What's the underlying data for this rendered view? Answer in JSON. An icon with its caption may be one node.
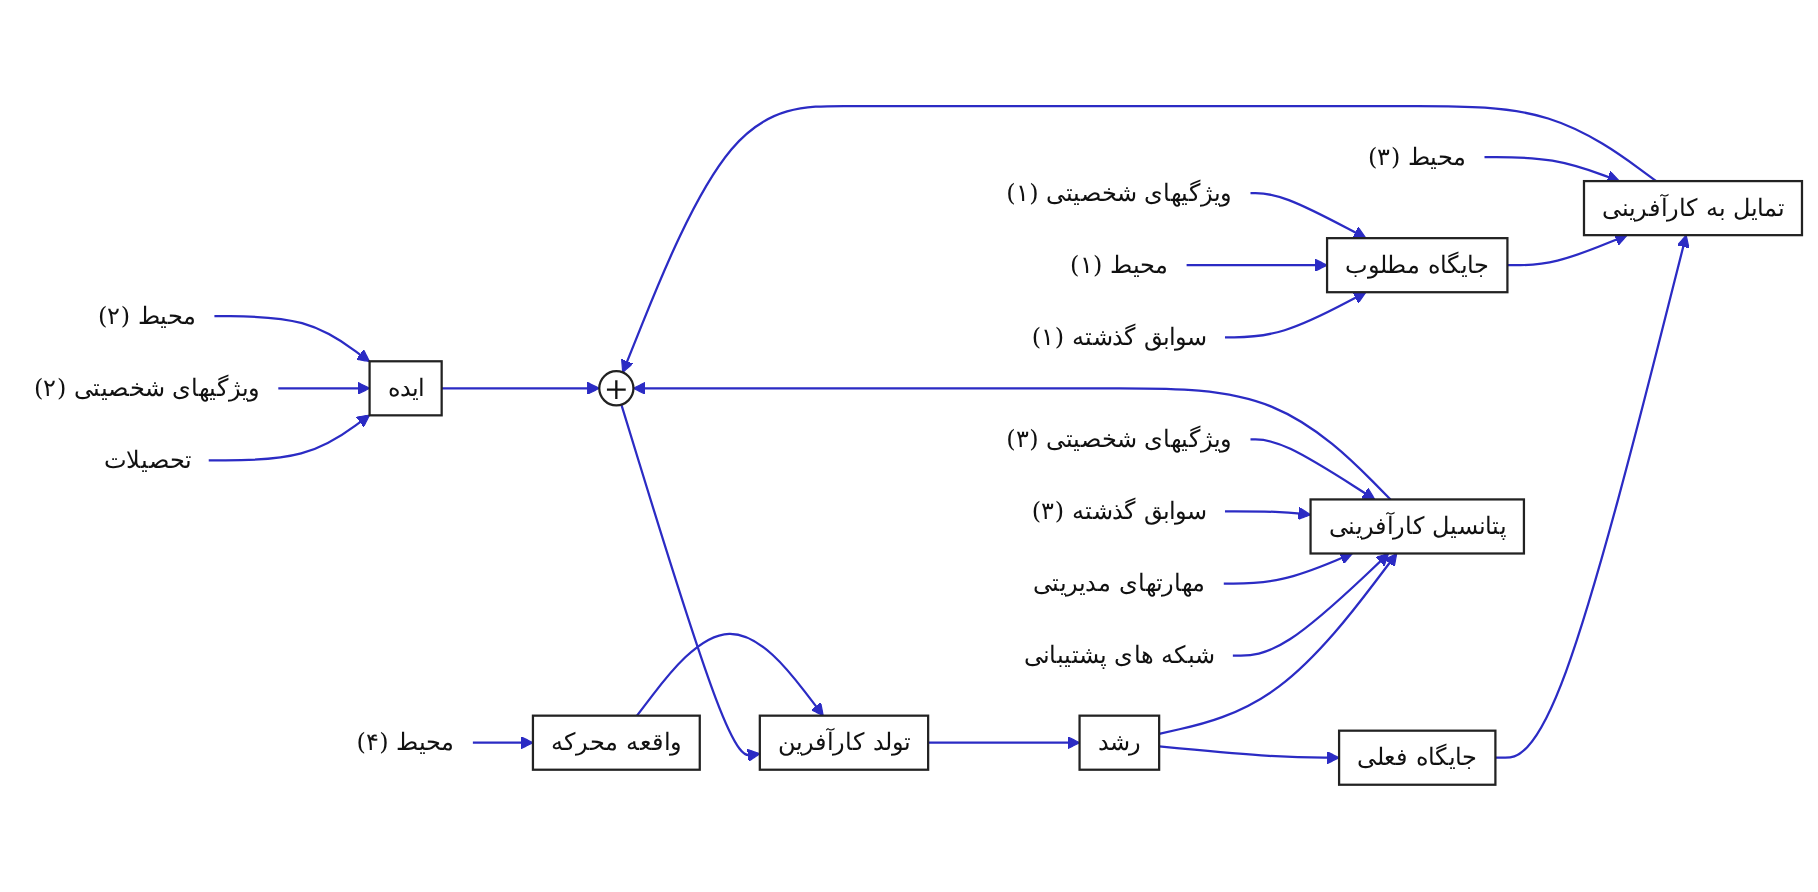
{
  "diagram": {
    "nodes": [
      {
        "text": [
          "تحصیلات"
        ]
      },
      {
        "text": [
          "ویژگیهای شخصیتی (۲)"
        ]
      },
      {
        "text": [
          "محیط (۲)"
        ]
      },
      {
        "text": [
          "ایده"
        ]
      },
      {
        "text": [
          "جایگاه فعلی"
        ]
      },
      {
        "text": [
          "تمایل به کارآفرینی"
        ]
      },
      {
        "text": [
          "+"
        ]
      },
      {
        "text": [
          "سوابق گذشته (۱)"
        ]
      },
      {
        "text": [
          "محیط (۱)"
        ]
      },
      {
        "text": [
          "ویژگیهای شخصیتی (۱)"
        ]
      },
      {
        "text": [
          "جایگاه مطلوب"
        ]
      },
      {
        "text": [
          "تولد کارآفرین"
        ]
      },
      {
        "text": [
          "رشد"
        ]
      },
      {
        "text": [
          "واقعه محرکه"
        ]
      },
      {
        "text": [
          "محیط (۳)"
        ]
      },
      {
        "text": [
          "پتانسیل کارآفرینی"
        ]
      },
      {
        "text": [
          "محیط (۴)"
        ]
      },
      {
        "text": [
          "شبکه های پشتیبانی"
        ]
      },
      {
        "text": [
          "سوابق گذشته (۳)"
        ]
      },
      {
        "text": [
          "مهارتهای مدیریتی"
        ]
      },
      {
        "text": [
          "ویژگیهای شخصیتی (۳)"
        ]
      }
    ],
    "edges": [
      {
        "from": 0,
        "to": 3,
        "arrow": "to"
      },
      {
        "from": 1,
        "to": 3,
        "arrow": "to"
      },
      {
        "from": 2,
        "to": 3,
        "arrow": "to"
      },
      {
        "from": 7,
        "to": 10,
        "arrow": "to"
      },
      {
        "from": 8,
        "to": 10,
        "arrow": "to"
      },
      {
        "from": 9,
        "to": 10,
        "arrow": "to"
      },
      {
        "from": 4,
        "to": 5,
        "arrow": "to"
      },
      {
        "from": 10,
        "to": 5,
        "arrow": "to"
      },
      {
        "from": 14,
        "to": 5,
        "arrow": "to"
      },
      {
        "from": 3,
        "to": 6,
        "arrow": "to"
      },
      {
        "from": 5,
        "to": 6,
        "arrow": "to"
      },
      {
        "from": 15,
        "to": 6,
        "arrow": "to"
      },
      {
        "from": 6,
        "to": 11,
        "arrow": "to"
      },
      {
        "from": 13,
        "to": 11,
        "arrow": "to"
      },
      {
        "from": 16,
        "to": 13,
        "arrow": "to"
      },
      {
        "from": 11,
        "to": 12,
        "arrow": "to"
      },
      {
        "from": 12,
        "to": 4,
        "arrow": "to"
      },
      {
        "from": 12,
        "to": 15,
        "arrow": "to"
      },
      {
        "from": 17,
        "to": 15,
        "arrow": "to"
      },
      {
        "from": 19,
        "to": 15,
        "arrow": "to"
      },
      {
        "from": 18,
        "to": 15,
        "arrow": "to"
      },
      {
        "from": 20,
        "to": 15,
        "arrow": "to"
      }
    ]
  }
}
